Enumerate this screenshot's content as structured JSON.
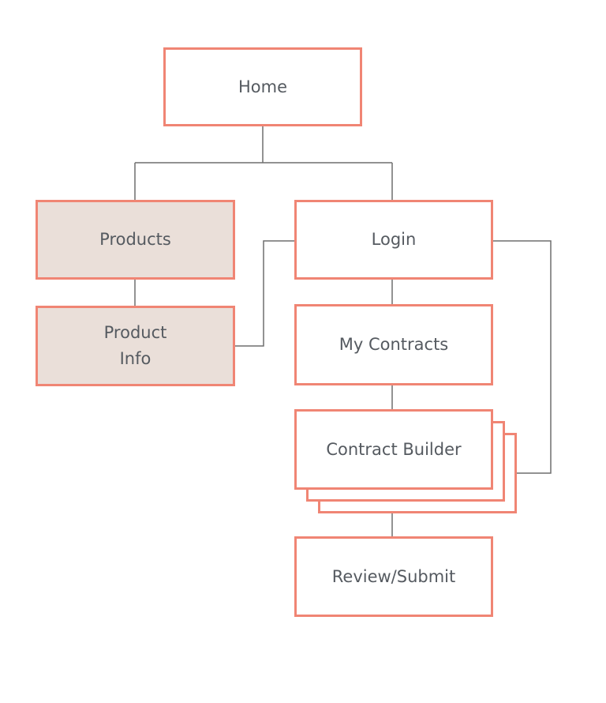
{
  "diagram": {
    "colors": {
      "box_border": "#f08574",
      "shaded_fill": "#eadfd9",
      "connector": "#6f6f6f",
      "text": "#555a60"
    },
    "nodes": {
      "home": {
        "label": "Home"
      },
      "products": {
        "label": "Products",
        "shaded": true
      },
      "product_info": {
        "label": "Product\nInfo",
        "shaded": true
      },
      "login": {
        "label": "Login"
      },
      "my_contracts": {
        "label": "My Contracts"
      },
      "contract_builder": {
        "label": "Contract Builder",
        "stacked": true
      },
      "review_submit": {
        "label": "Review/Submit"
      }
    },
    "edges": [
      {
        "from": "home",
        "to": "products"
      },
      {
        "from": "home",
        "to": "login"
      },
      {
        "from": "products",
        "to": "product_info"
      },
      {
        "from": "product_info",
        "to": "login"
      },
      {
        "from": "login",
        "to": "my_contracts"
      },
      {
        "from": "my_contracts",
        "to": "contract_builder"
      },
      {
        "from": "login",
        "to": "contract_builder"
      },
      {
        "from": "contract_builder",
        "to": "review_submit"
      }
    ]
  }
}
